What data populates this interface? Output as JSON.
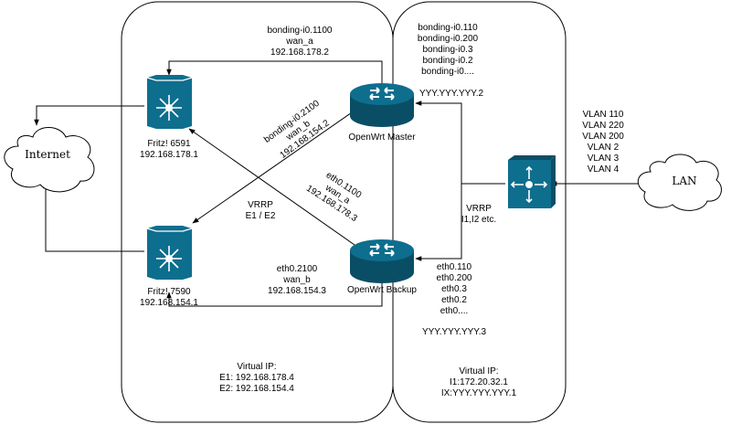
{
  "colors": {
    "device_fill": "#0e6e8e",
    "device_dark": "#0a4e66",
    "stroke": "#000000",
    "background": "#ffffff"
  },
  "clouds": {
    "internet": "Internet",
    "lan": "LAN"
  },
  "devices": {
    "fritz6591": {
      "name": "Fritz! 6591",
      "ip": "192.168.178.1"
    },
    "fritz7590": {
      "name": "Fritz! 7590",
      "ip": "192.168.154.1"
    },
    "openwrt_master": {
      "name": "OpenWrt Master"
    },
    "openwrt_backup": {
      "name": "OpenWrt Backup"
    },
    "switch": {
      "name": ""
    }
  },
  "labels": {
    "top_link": [
      "bonding-i0.1100",
      "wan_a",
      "192.168.178.2"
    ],
    "master_interfaces": [
      "bonding-i0.110",
      "bonding-i0.200",
      "bonding-i0.3",
      "bonding-i0.2",
      "bonding-i0...."
    ],
    "master_ip": "YYY.YYY.YYY.2",
    "diag_master": [
      "bonding-i0.2100",
      "wan_b",
      "192.168.154.2"
    ],
    "diag_backup": [
      "eth0.1100",
      "wan_a",
      "192.168.178.3"
    ],
    "vrrp_left": [
      "VRRP",
      "E1 / E2"
    ],
    "vrrp_right": [
      "VRRP",
      "I1,I2 etc."
    ],
    "bottom_link": [
      "eth0.2100",
      "wan_b",
      "192.168.154.3"
    ],
    "backup_interfaces": [
      "eth0.110",
      "eth0.200",
      "eth0.3",
      "eth0.2",
      "eth0...."
    ],
    "backup_ip": "YYY.YYY.YYY.3",
    "vlans": [
      "VLAN 110",
      "VLAN 220",
      "VLAN 200",
      "VLAN 2",
      "VLAN 3",
      "VLAN 4"
    ],
    "left_virtual": [
      "Virtual IP:",
      "E1: 192.168.178.4",
      "E2: 192.168.154.4"
    ],
    "right_virtual": [
      "Virtual IP:",
      "I1:172.20.32.1",
      "IX:YYY.YYY.YYY.1"
    ]
  }
}
